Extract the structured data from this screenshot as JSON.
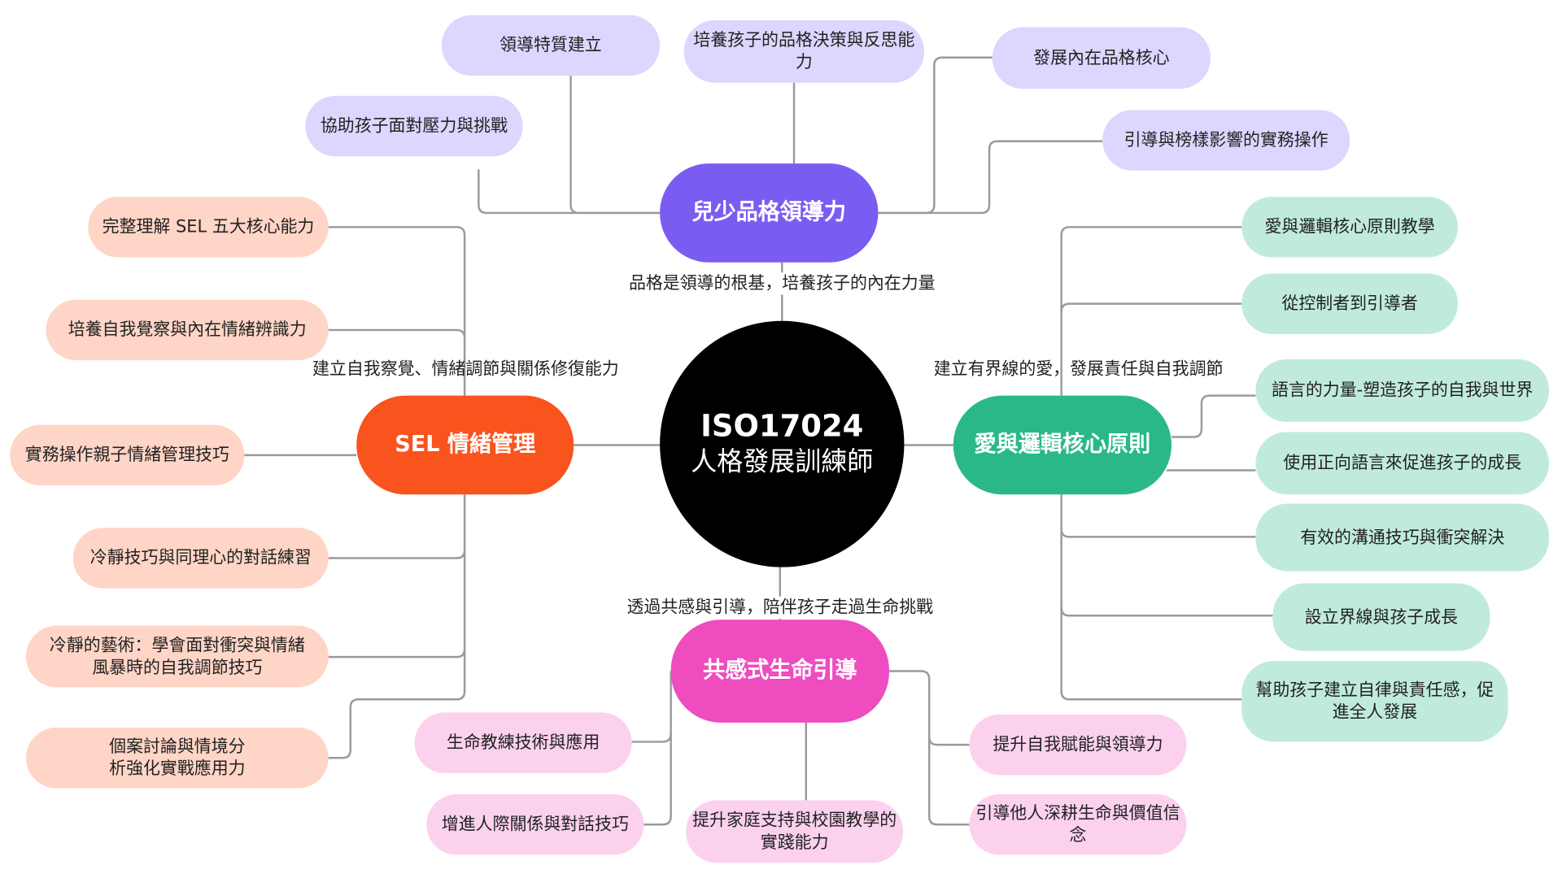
{
  "center": {
    "line1": "ISO17024",
    "line2": "人格發展訓練師",
    "color": "#000000"
  },
  "branches": {
    "character": {
      "title": "兒少品格領導力",
      "color": "#7b5cf2",
      "leaf_color": "#ddd6fe",
      "edge_label": "品格是領導的根基，培養孩子的內在力量",
      "items": [
        "領導特質建立",
        "培養孩子的品格決策與反思能力",
        "發展內在品格核心",
        "協助孩子面對壓力與挑戰",
        "引導與榜樣影響的實務操作"
      ]
    },
    "sel": {
      "title": "SEL 情緒管理",
      "color": "#f9531e",
      "leaf_color": "#fed5c6",
      "edge_label": "建立自我察覺、情緒調節與關係修復能力",
      "items": [
        "完整理解 SEL 五大核心能力",
        "培養自我覺察與內在情緒辨識力",
        "實務操作親子情緒管理技巧",
        "冷靜技巧與同理心的對話練習",
        "冷靜的藝術：學會面對衝突與情緒風暴時的自我調節技巧",
        "個案討論與情境分析強化實戰應用力"
      ]
    },
    "love_logic": {
      "title": "愛與邏輯核心原則",
      "color": "#2ab88b",
      "leaf_color": "#c0ebda",
      "edge_label": "建立有界線的愛，發展責任與自我調節",
      "items": [
        "愛與邏輯核心原則教學",
        "從控制者到引導者",
        "語言的力量-塑造孩子的自我與世界",
        "使用正向語言來促進孩子的成長",
        "有效的溝通技巧與衝突解決",
        "設立界線與孩子成長",
        "幫助孩子建立自律與責任感，促進全人發展"
      ]
    },
    "empathy": {
      "title": "共感式生命引導",
      "color": "#ee4cbf",
      "leaf_color": "#fbd1ee",
      "edge_label": "透過共感與引導，陪伴孩子走過生命挑戰",
      "items": [
        "生命教練技術與應用",
        "增進人際關係與對話技巧",
        "提升家庭支持與校園教學的實踐能力",
        "提升自我賦能與領導力",
        "引導他人深耕生命與價值信念"
      ]
    }
  }
}
